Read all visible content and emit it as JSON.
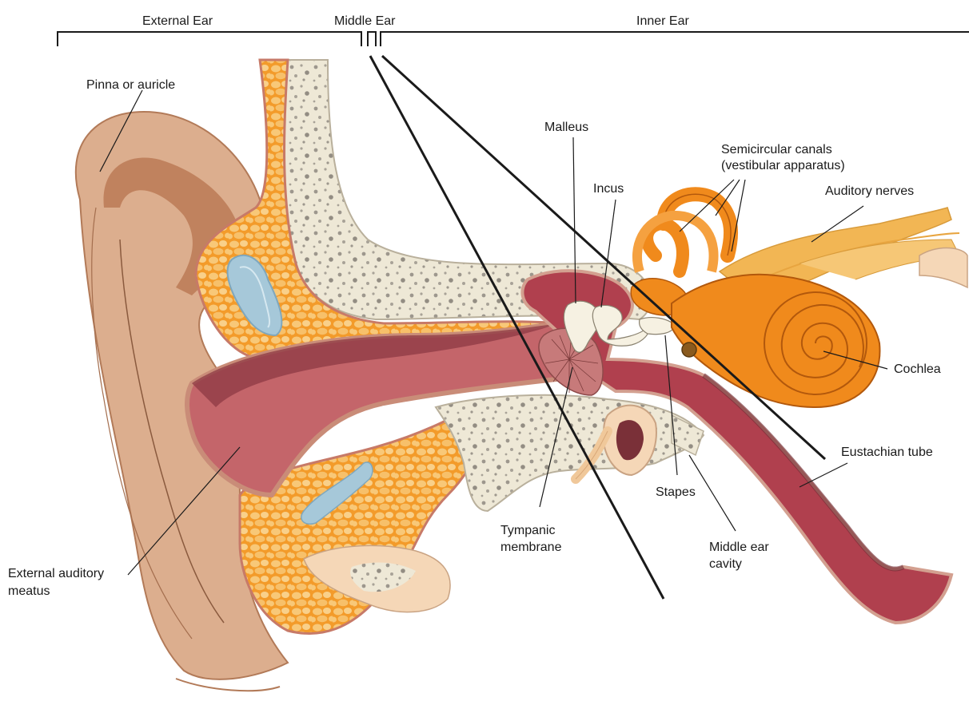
{
  "regions": {
    "external": "External Ear",
    "middle": "Middle Ear",
    "inner": "Inner Ear"
  },
  "labels": {
    "pinna": "Pinna or auricle",
    "malleus": "Malleus",
    "incus": "Incus",
    "semicircular_1": "Semicircular canals",
    "semicircular_2": "(vestibular apparatus)",
    "auditory_nerves": "Auditory nerves",
    "cochlea": "Cochlea",
    "eustachian": "Eustachian tube",
    "stapes": "Stapes",
    "middle_cavity_1": "Middle ear",
    "middle_cavity_2": "cavity",
    "tympanic_1": "Tympanic",
    "tympanic_2": "membrane",
    "meatus_1": "External auditory",
    "meatus_2": "meatus"
  },
  "colors": {
    "skin": "#dcae8e",
    "skin_dark": "#c0825e",
    "fat": "#f4a233",
    "fat_cell": "#f7c46c",
    "bone": "#efe9d8",
    "bone_dot": "#9a958c",
    "canal": "#c4656a",
    "canal_dark": "#8e3944",
    "inner_orange": "#f08a1c",
    "inner_light": "#f5b052",
    "nerve": "#f2b654",
    "gland": "#9fc3d6"
  }
}
